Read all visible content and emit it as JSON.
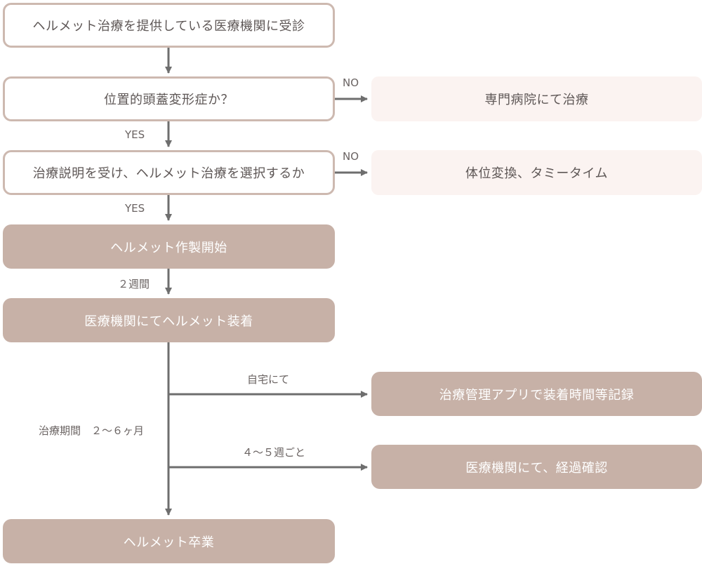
{
  "colors": {
    "outline_border": "#cdb9b0",
    "light_fill": "#fbf3f1",
    "filled_fill": "#c7b1a7",
    "line": "#6e6e6e",
    "text": "#5e5756"
  },
  "steps": {
    "visit": "ヘルメット治療を提供している医療機関に受診",
    "diagnosis_question": "位置的頭蓋変形症か？",
    "specialist": "専門病院にて治療",
    "choice_question": "治療説明を受け、ヘルメット治療を選択するか",
    "positioning": "体位変換、タミータイム",
    "production": "ヘルメット作製開始",
    "fitting": "医療機関にてヘルメット装着",
    "app_record": "治療管理アプリで装着時間等記録",
    "clinic_check": "医療機関にて、経過確認",
    "graduation": "ヘルメット卒業"
  },
  "labels": {
    "no_1": "NO",
    "yes_1": "YES",
    "no_2": "NO",
    "yes_2": "YES",
    "two_weeks": "２週間",
    "at_home": "自宅にて",
    "treatment_period": "治療期間　２〜６ヶ月",
    "every_4_5_weeks": "４〜５週ごと"
  }
}
